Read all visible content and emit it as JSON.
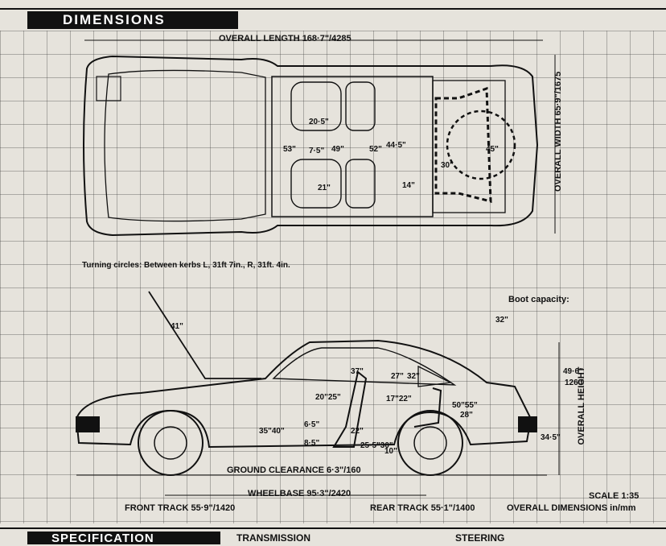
{
  "header": {
    "title": "DIMENSIONS"
  },
  "dimensions": {
    "overall_length": "OVERALL LENGTH  168·7\"/4285",
    "overall_width": "OVERALL WIDTH 65·9\"/1675",
    "overall_height": "OVERALL HEIGHT",
    "height_value": "49·6\"",
    "height_mm": "1260",
    "turning_circles": "Turning circles: Between kerbs L, 31ft  7in., R, 31ft.  4in.",
    "boot_capacity": "Boot capacity:",
    "ground_clearance": "GROUND CLEARANCE 6·3\"/160",
    "wheelbase": "WHEELBASE 95·3\"/2420",
    "front_track": "FRONT TRACK 55·9\"/1420",
    "rear_track": "REAR TRACK 55·1\"/1400",
    "scale": "SCALE 1:35",
    "units": "OVERALL DIMENSIONS in/mm",
    "plan": [
      "20·5\"",
      "53\"",
      "7·5\"",
      "49\"",
      "52\"",
      "44·5\"",
      "30\"",
      "45\"",
      "21\"",
      "14\""
    ],
    "side": [
      "41\"",
      "32\"",
      "37\"",
      "27\"",
      "32\"",
      "20\"25\"",
      "17\"22\"",
      "50\"55\"",
      "28\"",
      "6·5\"",
      "35\"40\"",
      "8·5\"",
      "22\"",
      "25·5\"30\"",
      "10\"",
      "34·5\""
    ]
  },
  "footer": {
    "specification": "SPECIFICATION",
    "transmission": "TRANSMISSION",
    "steering": "STEERING"
  }
}
